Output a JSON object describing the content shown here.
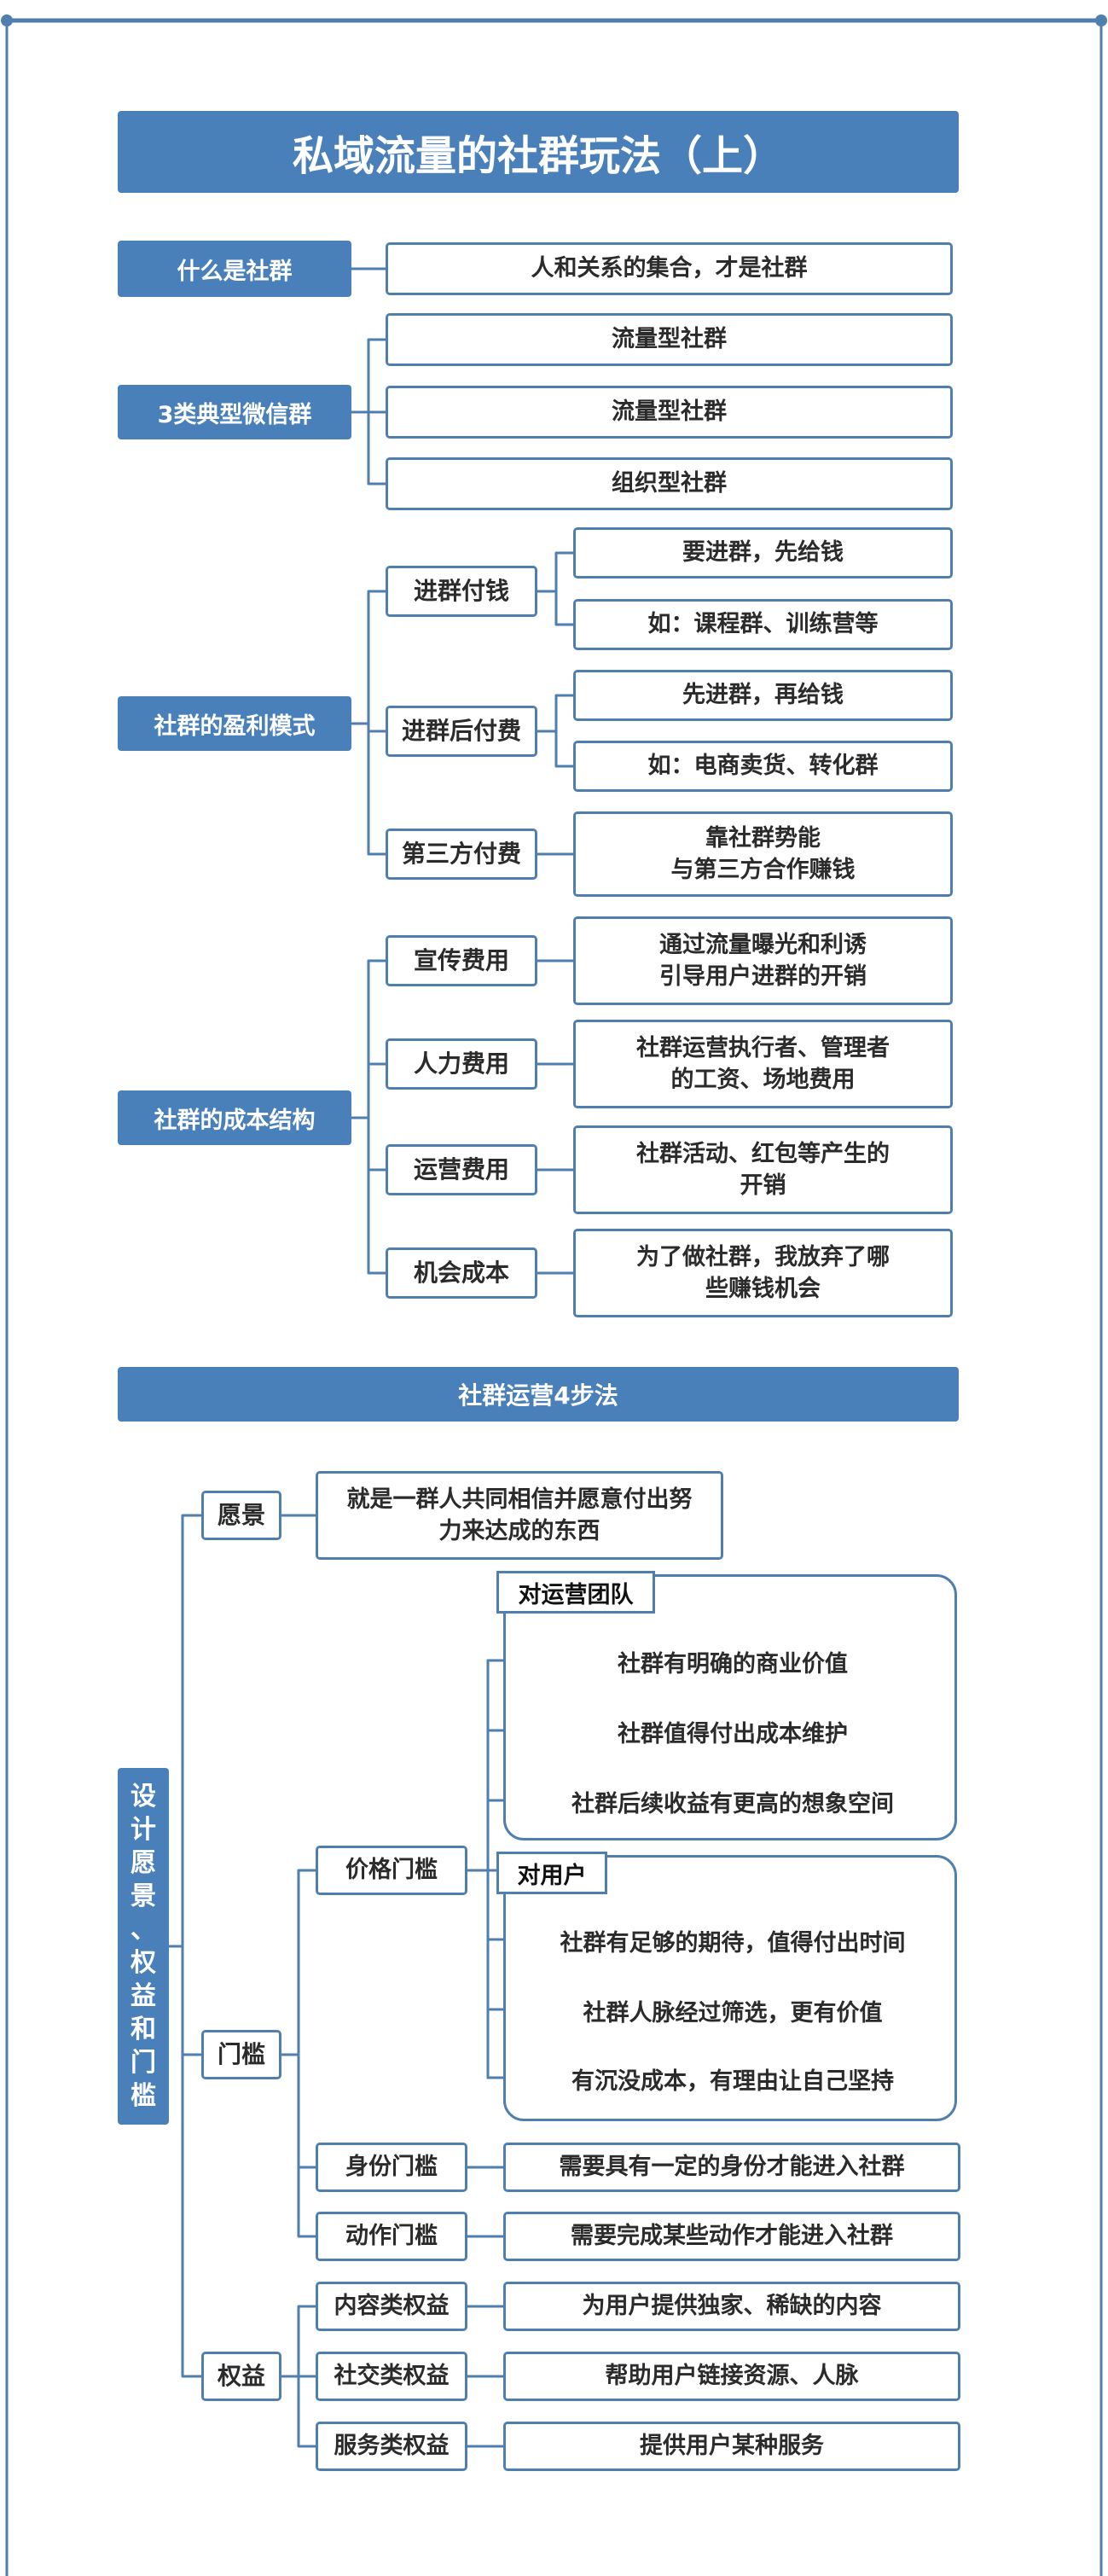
{
  "title": "私域流量的社群玩法（上）",
  "sections": {
    "what": {
      "label": "什么是社群",
      "items": [
        "人和关系的集合，才是社群"
      ]
    },
    "types": {
      "label": "3类典型微信群",
      "items": [
        "流量型社群",
        "流量型社群",
        "组织型社群"
      ]
    },
    "profit": {
      "label": "社群的盈利模式",
      "branches": [
        {
          "label": "进群付钱",
          "items": [
            "要进群，先给钱",
            "如：课程群、训练营等"
          ]
        },
        {
          "label": "进群后付费",
          "items": [
            "先进群，再给钱",
            "如：电商卖货、转化群"
          ]
        },
        {
          "label": "第三方付费",
          "items": [
            "靠社群势能\n与第三方合作赚钱"
          ]
        }
      ]
    },
    "cost": {
      "label": "社群的成本结构",
      "branches": [
        {
          "label": "宣传费用",
          "items": [
            "通过流量曝光和利诱\n引导用户进群的开销"
          ]
        },
        {
          "label": "人力费用",
          "items": [
            "社群运营执行者、管理者\n的工资、场地费用"
          ]
        },
        {
          "label": "运营费用",
          "items": [
            "社群活动、红包等产生的\n开销"
          ]
        },
        {
          "label": "机会成本",
          "items": [
            "为了做社群，我放弃了哪\n些赚钱机会"
          ]
        }
      ]
    }
  },
  "section2": {
    "title": "社群运营4步法",
    "vertical_label": [
      "设",
      "计",
      "愿",
      "景",
      "、",
      "权",
      "益",
      "和",
      "门",
      "槛"
    ],
    "vision": {
      "label": "愿景",
      "text": "就是一群人共同相信并愿意付出努\n力来达成的东西"
    },
    "threshold": {
      "label": "门槛",
      "price": {
        "label": "价格门槛",
        "team": {
          "label": "对运营团队",
          "items": [
            "社群有明确的商业价值",
            "社群值得付出成本维护",
            "社群后续收益有更高的想象空间"
          ]
        },
        "user": {
          "label": "对用户",
          "items": [
            "社群有足够的期待，值得付出时间",
            "社群人脉经过筛选，更有价值",
            "有沉没成本，有理由让自己坚持"
          ]
        }
      },
      "identity": {
        "label": "身份门槛",
        "text": "需要具有一定的身份才能进入社群"
      },
      "action": {
        "label": "动作门槛",
        "text": "需要完成某些动作才能进入社群"
      }
    },
    "rights": {
      "label": "权益",
      "items": [
        {
          "label": "内容类权益",
          "text": "为用户提供独家、稀缺的内容"
        },
        {
          "label": "社交类权益",
          "text": "帮助用户链接资源、人脉"
        },
        {
          "label": "服务类权益",
          "text": "提供用户某种服务"
        }
      ]
    }
  }
}
